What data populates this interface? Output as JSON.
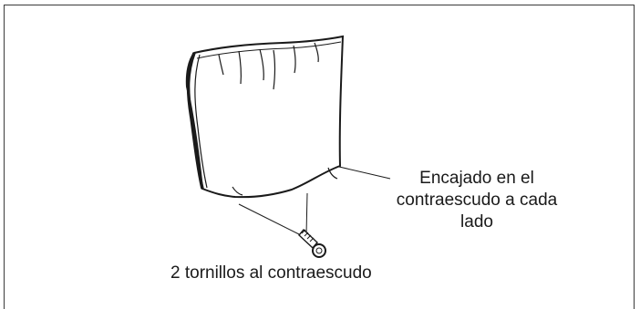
{
  "figure": {
    "callout_fit": [
      "Encajado en el",
      "contraescudo a cada",
      "lado"
    ],
    "callout_screws": "2 tornillos al contraescudo"
  },
  "colors": {
    "ink": "#1a1a1a",
    "frame": "#3a3a3a",
    "background": "#ffffff"
  }
}
